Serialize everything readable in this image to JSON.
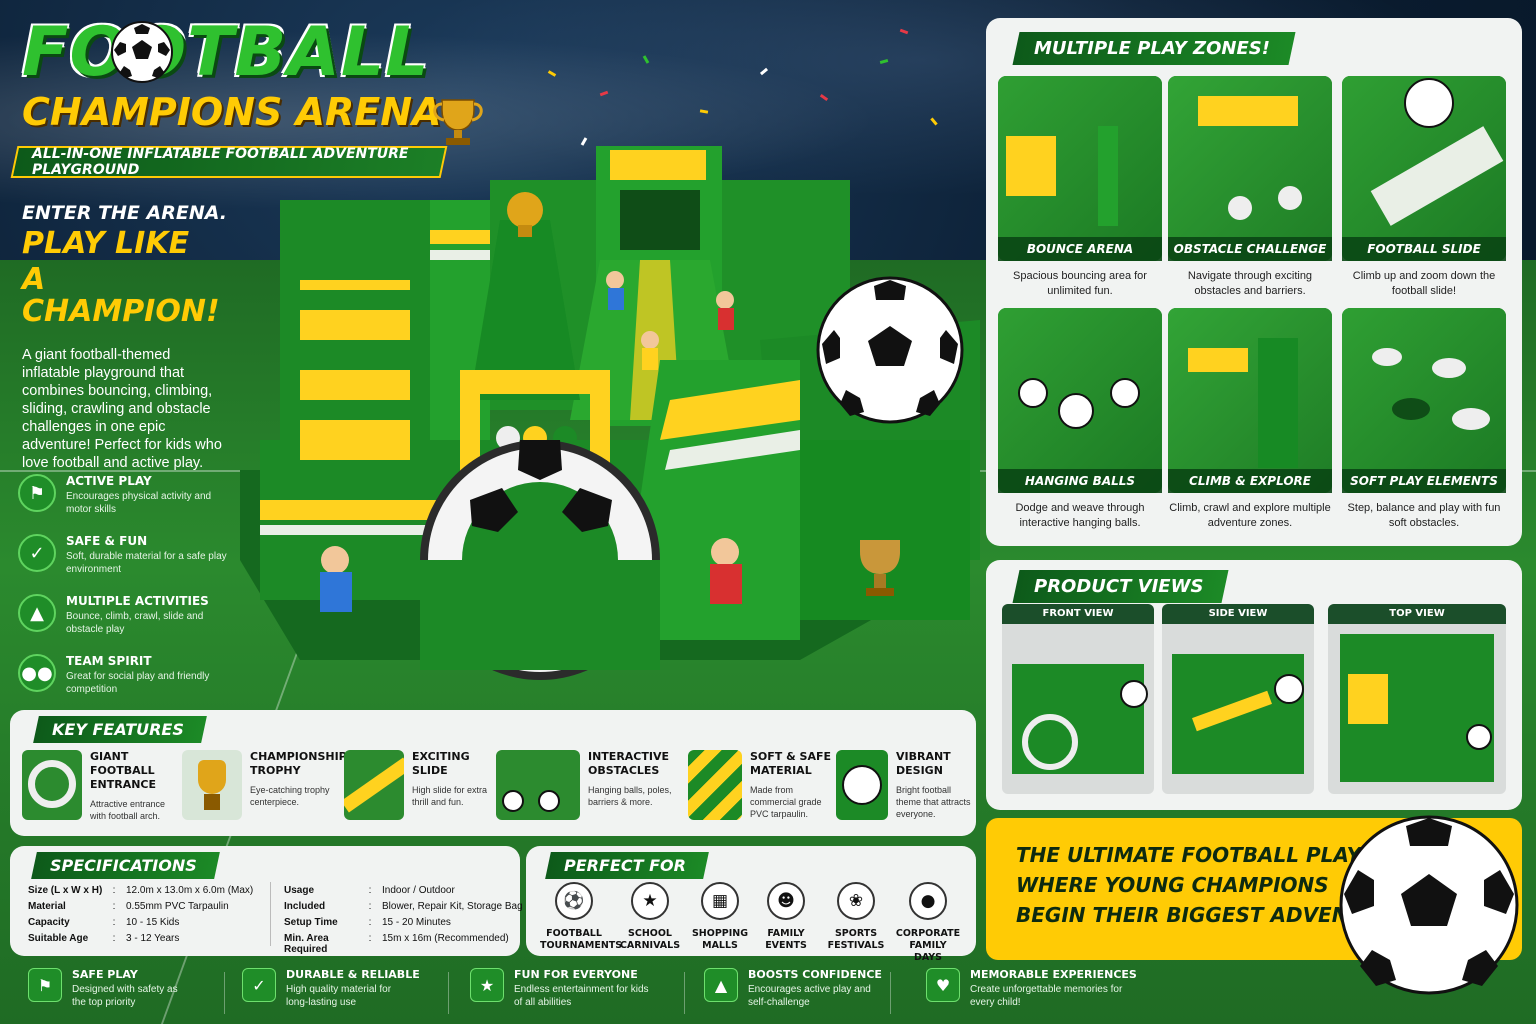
{
  "hero": {
    "title_main": "FOOTBALL",
    "title_sub": "CHAMPIONS ARENA",
    "tagline": "ALL-IN-ONE INFLATABLE FOOTBALL ADVENTURE PLAYGROUND"
  },
  "intro": {
    "heading1": "ENTER THE ARENA.",
    "heading2_line1": "PLAY LIKE",
    "heading2_line2": "A CHAMPION!",
    "description": "A giant football-themed inflatable playground that combines bouncing, climbing, sliding, crawling and obstacle challenges in one epic adventure! Perfect for kids who love football and active play."
  },
  "benefits": [
    {
      "title": "ACTIVE PLAY",
      "desc": "Encourages physical activity and motor skills",
      "icon": "running-person-icon"
    },
    {
      "title": "SAFE & FUN",
      "desc": "Soft, durable material for a safe play environment",
      "icon": "shield-check-icon"
    },
    {
      "title": "MULTIPLE ACTIVITIES",
      "desc": "Bounce, climb, crawl, slide and obstacle play",
      "icon": "climbing-icon"
    },
    {
      "title": "TEAM SPIRIT",
      "desc": "Great for social play and friendly competition",
      "icon": "team-icon"
    }
  ],
  "play_zones": {
    "title": "MULTIPLE PLAY ZONES!",
    "items": [
      {
        "label": "BOUNCE ARENA",
        "desc": "Spacious bouncing area for unlimited fun."
      },
      {
        "label": "OBSTACLE CHALLENGE",
        "desc": "Navigate through exciting obstacles and barriers."
      },
      {
        "label": "FOOTBALL SLIDE",
        "desc": "Climb up and zoom down the football slide!"
      },
      {
        "label": "HANGING BALLS",
        "desc": "Dodge and weave through interactive hanging balls."
      },
      {
        "label": "CLIMB & EXPLORE",
        "desc": "Climb, crawl and explore multiple adventure zones."
      },
      {
        "label": "SOFT PLAY ELEMENTS",
        "desc": "Step, balance and play with fun soft obstacles."
      }
    ]
  },
  "product_views": {
    "title": "PRODUCT VIEWS",
    "items": [
      {
        "label": "FRONT VIEW"
      },
      {
        "label": "SIDE VIEW"
      },
      {
        "label": "TOP VIEW"
      }
    ]
  },
  "banner": {
    "line1": "THE ULTIMATE FOOTBALL PLAYGROUND",
    "line2": "WHERE YOUNG CHAMPIONS",
    "line3": "BEGIN THEIR BIGGEST ADVENTURE!"
  },
  "key_features": {
    "title": "KEY FEATURES",
    "items": [
      {
        "title": "GIANT FOOTBALL ENTRANCE",
        "desc": "Attractive entrance with football arch."
      },
      {
        "title": "CHAMPIONSHIP TROPHY",
        "desc": "Eye-catching trophy centerpiece."
      },
      {
        "title": "EXCITING SLIDE",
        "desc": "High slide for extra thrill and fun."
      },
      {
        "title": "INTERACTIVE OBSTACLES",
        "desc": "Hanging balls, poles, barriers & more."
      },
      {
        "title": "SOFT & SAFE MATERIAL",
        "desc": "Made from commercial grade PVC tarpaulin."
      },
      {
        "title": "VIBRANT DESIGN",
        "desc": "Bright football theme that attracts everyone."
      }
    ]
  },
  "specifications": {
    "title": "SPECIFICATIONS",
    "left": [
      {
        "key": "Size (L x W x H)",
        "value": "12.0m x 13.0m x 6.0m (Max)"
      },
      {
        "key": "Material",
        "value": "0.55mm PVC Tarpaulin"
      },
      {
        "key": "Capacity",
        "value": "10 - 15 Kids"
      },
      {
        "key": "Suitable Age",
        "value": "3 - 12 Years"
      }
    ],
    "right": [
      {
        "key": "Usage",
        "value": "Indoor / Outdoor"
      },
      {
        "key": "Included",
        "value": "Blower, Repair Kit, Storage Bag"
      },
      {
        "key": "Setup Time",
        "value": "15 - 20 Minutes"
      },
      {
        "key": "Min. Area Required",
        "value": "15m x 16m (Recommended)"
      }
    ]
  },
  "perfect_for": {
    "title": "PERFECT FOR",
    "items": [
      {
        "label": "FOOTBALL TOURNAMENTS",
        "icon": "football-icon"
      },
      {
        "label": "SCHOOL CARNIVALS",
        "icon": "school-icon"
      },
      {
        "label": "SHOPPING MALLS",
        "icon": "shopping-icon"
      },
      {
        "label": "FAMILY EVENTS",
        "icon": "family-icon"
      },
      {
        "label": "SPORTS FESTIVALS",
        "icon": "sports-icon"
      },
      {
        "label": "CORPORATE FAMILY DAYS",
        "icon": "corporate-icon"
      }
    ]
  },
  "bottom_strip": [
    {
      "title": "SAFE PLAY",
      "desc": "Designed with safety as the top priority",
      "icon": "safe-play-icon"
    },
    {
      "title": "DURABLE & RELIABLE",
      "desc": "High quality material for long-lasting use",
      "icon": "durable-icon"
    },
    {
      "title": "FUN FOR EVERYONE",
      "desc": "Endless entertainment for kids of all abilities",
      "icon": "fun-icon"
    },
    {
      "title": "BOOSTS CONFIDENCE",
      "desc": "Encourages active play and self-challenge",
      "icon": "confidence-icon"
    },
    {
      "title": "MEMORABLE EXPERIENCES",
      "desc": "Create unforgettable memories for every child!",
      "icon": "memorable-icon"
    }
  ],
  "colors": {
    "brand_green": "#1c8a26",
    "dark_green": "#0d5a1a",
    "accent_yellow": "#ffcb05",
    "panel_bg": "#f1f3f2"
  }
}
